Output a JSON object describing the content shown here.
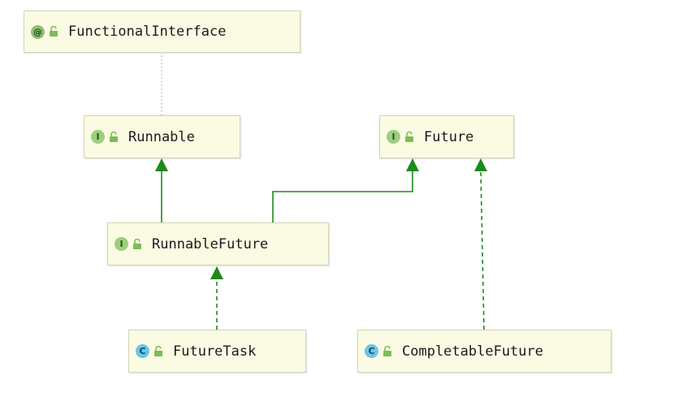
{
  "diagram": {
    "nodes": [
      {
        "id": "functional-interface",
        "kind": "annotation",
        "badge": "@",
        "label": "FunctionalInterface"
      },
      {
        "id": "runnable",
        "kind": "interface",
        "badge": "I",
        "label": "Runnable"
      },
      {
        "id": "future",
        "kind": "interface",
        "badge": "I",
        "label": "Future"
      },
      {
        "id": "runnable-future",
        "kind": "interface",
        "badge": "I",
        "label": "RunnableFuture"
      },
      {
        "id": "future-task",
        "kind": "class",
        "badge": "C",
        "label": "FutureTask"
      },
      {
        "id": "completable-future",
        "kind": "class",
        "badge": "C",
        "label": "CompletableFuture"
      }
    ],
    "edges": [
      {
        "from": "Runnable",
        "to": "FunctionalInterface",
        "style": "dotted",
        "relation": "annotated-by"
      },
      {
        "from": "RunnableFuture",
        "to": "Runnable",
        "style": "solid",
        "relation": "extends"
      },
      {
        "from": "RunnableFuture",
        "to": "Future",
        "style": "solid",
        "relation": "extends"
      },
      {
        "from": "FutureTask",
        "to": "RunnableFuture",
        "style": "dashed",
        "relation": "implements"
      },
      {
        "from": "CompletableFuture",
        "to": "Future",
        "style": "dashed",
        "relation": "implements"
      }
    ],
    "colors": {
      "node_fill": "#fbfbe3",
      "node_border": "#d3d3b8",
      "edge": "#1d8a1d",
      "dotted_edge": "#9a9a9a",
      "annotation_badge": "#8fbf72",
      "interface_badge": "#9ccf7e",
      "class_badge": "#6cc5e6",
      "lock": "#7bbd56"
    },
    "icons": {
      "visibility": "open-lock-icon"
    }
  }
}
